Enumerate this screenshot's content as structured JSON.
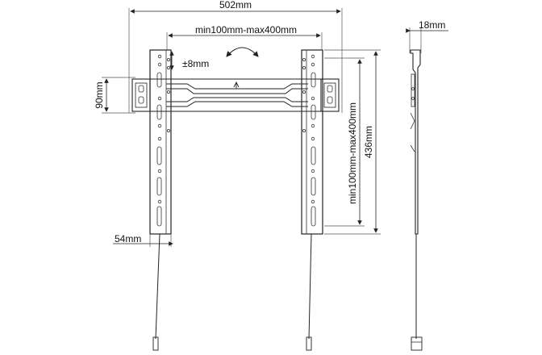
{
  "dimensions": {
    "overall_width": "502mm",
    "hole_spacing_horizontal": "min100mm-max400mm",
    "tilt_adjust": "±8mm",
    "bracket_height": "90mm",
    "arm_width": "54mm",
    "hole_spacing_vertical": "min100mm-max400mm",
    "arm_length": "436mm",
    "wall_gap": "18mm"
  }
}
